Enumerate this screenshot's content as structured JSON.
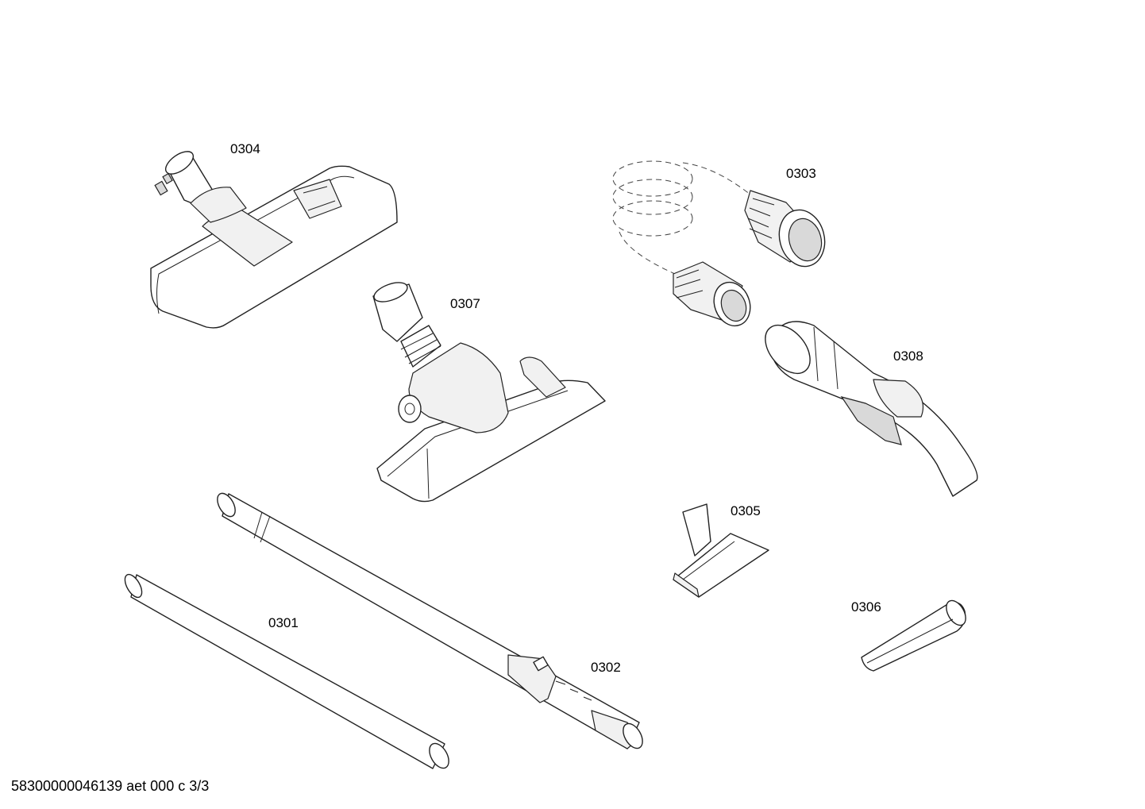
{
  "diagram": {
    "parts": [
      {
        "id": "0304",
        "label": "0304"
      },
      {
        "id": "0303",
        "label": "0303"
      },
      {
        "id": "0307",
        "label": "0307"
      },
      {
        "id": "0308",
        "label": "0308"
      },
      {
        "id": "0305",
        "label": "0305"
      },
      {
        "id": "0306",
        "label": "0306"
      },
      {
        "id": "0301",
        "label": "0301"
      },
      {
        "id": "0302",
        "label": "0302"
      }
    ],
    "footer": "58300000046139 aet 000 c 3/3"
  }
}
